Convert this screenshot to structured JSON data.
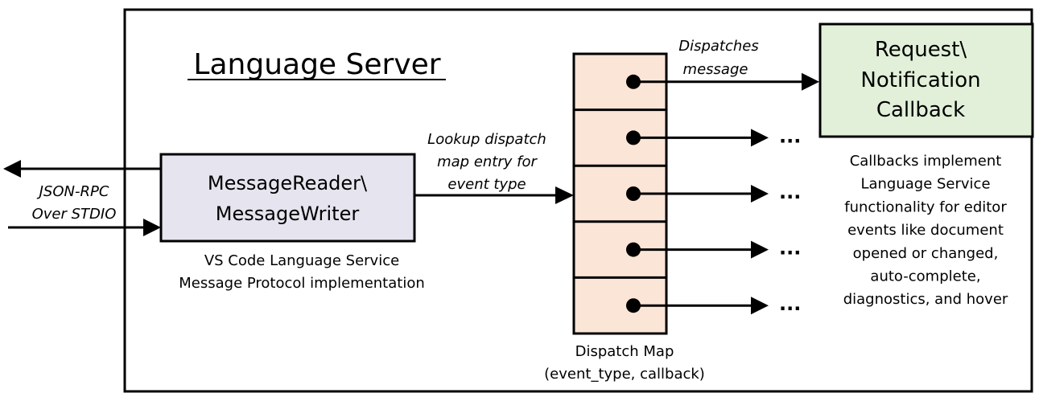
{
  "title": "Language Server",
  "reader_box": {
    "line1": "MessageReader\\",
    "line2": "MessageWriter",
    "color": "#e6e4ee"
  },
  "reader_caption": {
    "line1": "VS Code Language Service",
    "line2": "Message Protocol implementation"
  },
  "jsonrpc_label": {
    "line1": "JSON-RPC",
    "line2": "Over STDIO"
  },
  "lookup_label": {
    "line1": "Lookup dispatch",
    "line2": "map entry for",
    "line3": "event type"
  },
  "dispatch_map": {
    "color": "#fbe5d6",
    "caption1": "Dispatch Map",
    "caption2": "(event_type, callback)",
    "entry_count": 5,
    "ellipsis": "..."
  },
  "dispatches_label": {
    "line1": "Dispatches",
    "line2": "message"
  },
  "callback_box": {
    "line1": "Request\\",
    "line2": "Notification",
    "line3": "Callback",
    "color": "#e2f0d9"
  },
  "callback_desc": [
    "Callbacks implement",
    "Language Service",
    "functionality for editor",
    "events like document",
    "opened or changed,",
    "auto-complete,",
    "diagnostics, and hover"
  ]
}
